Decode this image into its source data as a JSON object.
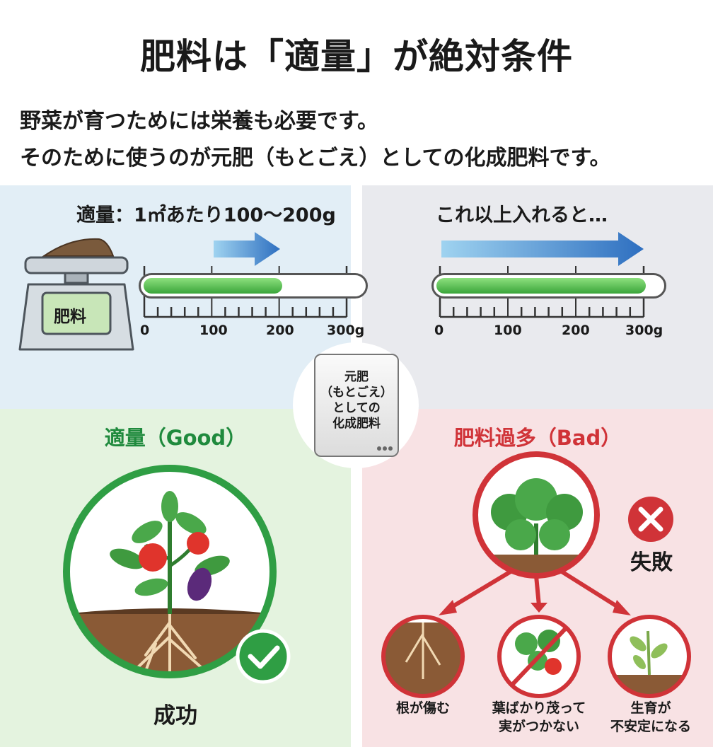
{
  "title": "肥料は「適量」が絶対条件",
  "intro": {
    "line1": "野菜が育つためには栄養も必要です。",
    "line2": "そのために使うのが元肥（もとごえ）としての化成肥料です。"
  },
  "proper": {
    "label": "適量：1㎡あたり100〜200g",
    "scale_label": "肥料",
    "fill_grams": 200,
    "ticks": [
      "0",
      "100",
      "200",
      "300g"
    ]
  },
  "excess": {
    "label": "これ以上入れると…",
    "fill_grams": 300,
    "ticks": [
      "0",
      "100",
      "200",
      "300g"
    ]
  },
  "bag_label": "元肥\n（もとごえ）\nとしての\n化成肥料",
  "good": {
    "title": "適量（Good）",
    "result": "成功"
  },
  "bad": {
    "title": "肥料過多（Bad）",
    "result": "失敗",
    "effects": [
      "根が傷む",
      "葉ばかり茂って\n実がつかない",
      "生育が\n不安定になる"
    ]
  },
  "colors": {
    "good": "#1f8a3d",
    "bad": "#d03338",
    "gauge_fill": "#3aa53a",
    "arrow": "#2e6fc0"
  },
  "icons": [
    "scale-icon",
    "fertilizer-bag-icon",
    "check-icon",
    "cross-icon",
    "plant-icon",
    "root-icon",
    "no-fruit-icon",
    "wilted-plant-icon"
  ]
}
